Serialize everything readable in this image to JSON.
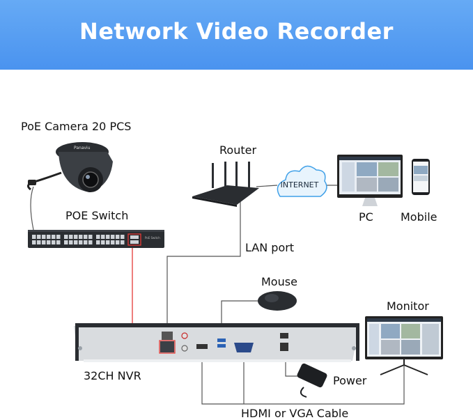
{
  "header": {
    "title": "Network Video Recorder"
  },
  "labels": {
    "camera": "PoE Camera",
    "camera_qty": "20 PCS",
    "router": "Router",
    "internet": "INTERNET",
    "pc": "PC",
    "mobile": "Mobile",
    "poe_switch": "POE Switch",
    "lan_port": "LAN port",
    "mouse": "Mouse",
    "monitor": "Monitor",
    "nvr": "32CH NVR",
    "power": "Power",
    "cable": "HDMI or VGA Cable"
  },
  "colors": {
    "banner": "#4a93ef",
    "cloud": "#3fa0e8",
    "lan_highlight": "#e53935",
    "device_dark": "#2a2d31"
  }
}
